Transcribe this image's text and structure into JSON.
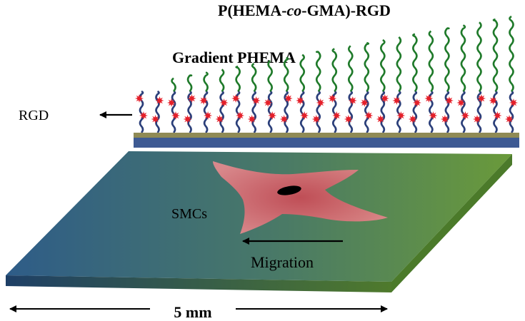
{
  "labels": {
    "copolymer": {
      "pre": "P(HEMA-",
      "italic": "co",
      "post": "-GMA)-RGD"
    },
    "gradient": "Gradient PHEMA",
    "rgd": "RGD",
    "cells": "SMCs",
    "migration": "Migration",
    "scale": "5 mm"
  },
  "colors": {
    "phema_chain": "#2b3f7a",
    "copolymer_chain": "#1f7a2a",
    "rgd_star": "#e5202a",
    "substrate_top": "#8f8a55",
    "substrate_base": "#3e5a93",
    "slab_left": "#2e5f8a",
    "slab_right": "#6a9a3a",
    "cell": "#d9646a",
    "nucleus": "#000000"
  }
}
